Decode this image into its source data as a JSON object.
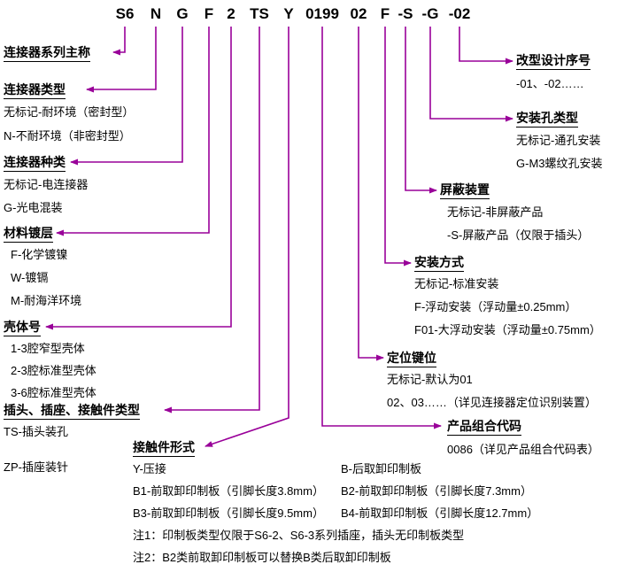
{
  "code_segments": [
    "S6",
    "N",
    "G",
    "F",
    "2",
    "TS",
    "Y",
    "0199",
    "02",
    "F",
    "-S",
    "-G",
    "-02"
  ],
  "sections": {
    "series": {
      "title": "连接器系列主称"
    },
    "type": {
      "title": "连接器类型",
      "items": [
        "无标记-耐环境（密封型）",
        "N-不耐环境（非密封型）"
      ]
    },
    "kind": {
      "title": "连接器种类",
      "items": [
        "无标记-电连接器",
        "G-光电混装"
      ]
    },
    "plating": {
      "title": "材料镀层",
      "items": [
        "F-化学镀镍",
        "W-镀镉",
        "M-耐海洋环境"
      ]
    },
    "shell": {
      "title": "壳体号",
      "items": [
        "1-3腔窄型壳体",
        "2-3腔标准型壳体",
        "3-6腔标准型壳体"
      ]
    },
    "contact_type": {
      "title": "插头、插座、接触件类型",
      "items": [
        "TS-插头装孔",
        "ZP-插座装针"
      ]
    },
    "contact_form": {
      "title": "接触件形式",
      "left_items": [
        "Y-压接",
        "B1-前取卸印制板（引脚长度3.8mm）",
        "B3-前取卸印制板（引脚长度9.5mm）"
      ],
      "right_items": [
        "B-后取卸印制板",
        "B2-前取卸印制板（引脚长度7.3mm）",
        "B4-前取卸印制板（引脚长度12.7mm）"
      ],
      "notes": [
        "注1：印制板类型仅限于S6-2、S6-3系列插座，插头无印制板类型",
        "注2：B2类前取卸印制板可以替换B类后取卸印制板"
      ]
    },
    "redesign": {
      "title": "改型设计序号",
      "items": [
        "-01、-02……"
      ]
    },
    "mount_hole": {
      "title": "安装孔类型",
      "items": [
        "无标记-通孔安装",
        "G-M3螺纹孔安装"
      ]
    },
    "shield": {
      "title": "屏蔽装置",
      "items": [
        "无标记-非屏蔽产品",
        "-S-屏蔽产品（仅限于插头）"
      ]
    },
    "mount_mode": {
      "title": "安装方式",
      "items": [
        "无标记-标准安装",
        "F-浮动安装（浮动量±0.25mm）",
        "F01-大浮动安装（浮动量±0.75mm）"
      ]
    },
    "key_position": {
      "title": "定位键位",
      "items": [
        "无标记-默认为01",
        "02、03……（详见连接器定位识别装置）"
      ]
    },
    "product_code": {
      "title": "产品组合代码",
      "items": [
        "0086（详见产品组合代码表）"
      ]
    }
  },
  "colors": {
    "connector_line": "#990099",
    "text": "#000000",
    "background": "#ffffff"
  }
}
